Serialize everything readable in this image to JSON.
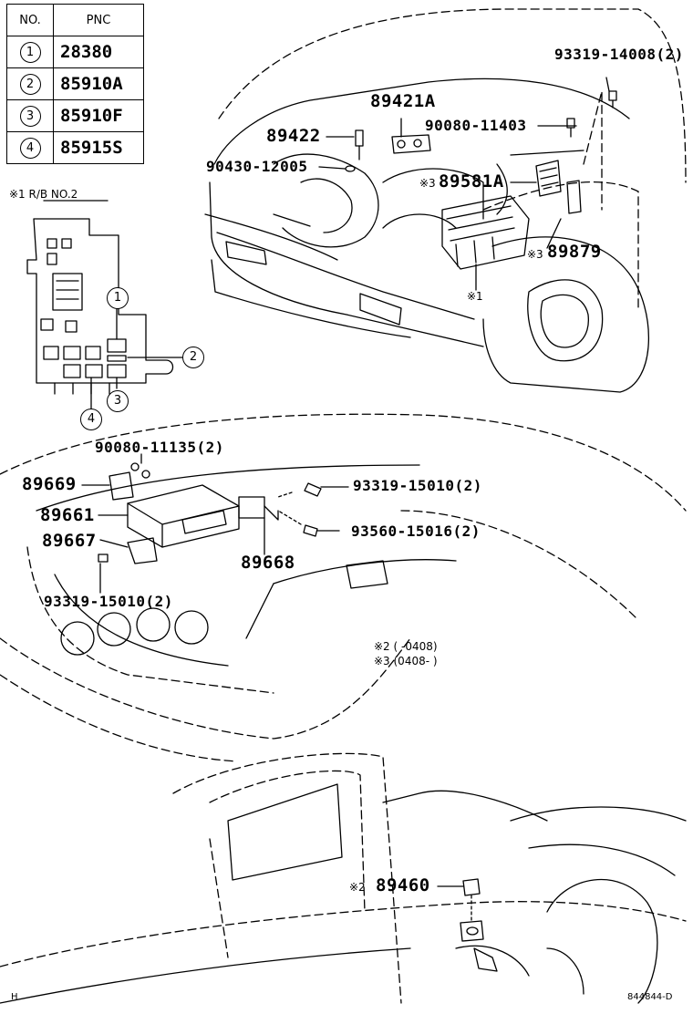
{
  "table": {
    "header_no": "NO.",
    "header_pnc": "PNC",
    "rows": [
      {
        "no": "1",
        "pnc": "28380"
      },
      {
        "no": "2",
        "pnc": "85910A"
      },
      {
        "no": "3",
        "pnc": "85910F"
      },
      {
        "no": "4",
        "pnc": "85915S"
      }
    ]
  },
  "rb_label": "※1  R/B NO.2",
  "callouts": [
    "1",
    "2",
    "3",
    "4"
  ],
  "labels": {
    "p93319_14008": "93319-14008(2)",
    "p89421a": "89421A",
    "p90080_11403": "90080-11403",
    "p89422": "89422",
    "p90430_12005": "90430-12005",
    "p89581a": "89581A",
    "mark_89581a": "※3",
    "p89879": "89879",
    "mark_89879": "※3",
    "mark_rb": "※1",
    "p90080_11135": "90080-11135(2)",
    "p89669": "89669",
    "p93319_15010_a": "93319-15010(2)",
    "p89661": "89661",
    "p93560_15016": "93560-15016(2)",
    "p89667": "89667",
    "p89668": "89668",
    "p93319_15010_b": "93319-15010(2)",
    "p89460": "89460",
    "mark_89460": "※2"
  },
  "notes": {
    "n2": "※2 (     -0408)",
    "n3": "※3 (0408-     )"
  },
  "footer": {
    "left": "H",
    "right": "844844-D"
  }
}
